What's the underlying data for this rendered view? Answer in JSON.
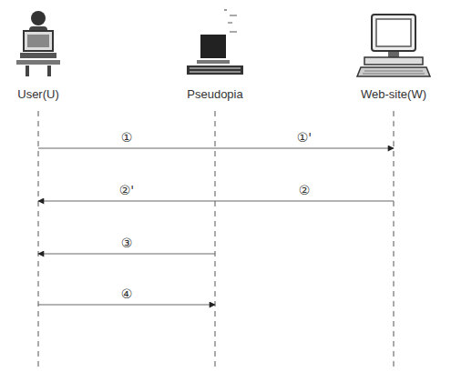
{
  "diagram": {
    "nodes": [
      {
        "text": [
          "User(U)"
        ]
      },
      {
        "text": [
          "Pseudopia"
        ]
      },
      {
        "text": [
          "Web-site(W)"
        ]
      }
    ],
    "edges": [
      {
        "from": 0,
        "to": 1,
        "arrow": "none",
        "label": "①"
      },
      {
        "from": 1,
        "to": 2,
        "arrow": "to",
        "label": "①'"
      },
      {
        "from": 2,
        "to": 1,
        "arrow": "none",
        "label": "②"
      },
      {
        "from": 1,
        "to": 0,
        "arrow": "to",
        "label": "②'"
      },
      {
        "from": 1,
        "to": 0,
        "arrow": "to",
        "label": "③"
      },
      {
        "from": 0,
        "to": 1,
        "arrow": "to",
        "label": "④"
      }
    ]
  }
}
